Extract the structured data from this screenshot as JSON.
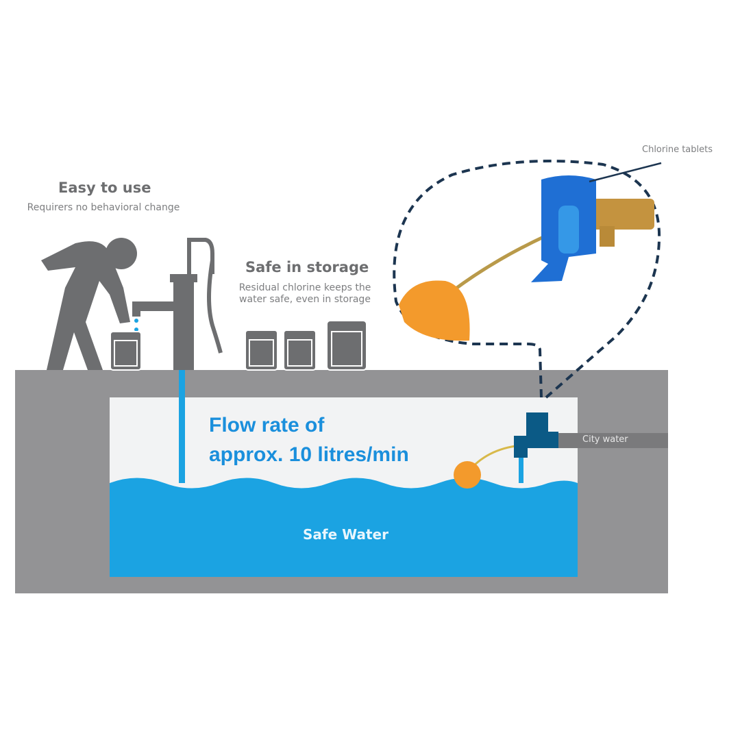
{
  "easy": {
    "title": "Easy to use",
    "subtitle": "Requirers no behavioral change"
  },
  "storage": {
    "title": "Safe in storage",
    "subtitle_line1": "Residual chlorine keeps the",
    "subtitle_line2": "water safe, even in storage"
  },
  "chlorine_label": "Chlorine tablets",
  "flow": {
    "line1": "Flow rate of",
    "line2": "approx. 10 litres/min"
  },
  "city_water": "City water",
  "safe_water": "Safe Water",
  "colors": {
    "ground": "#939395",
    "figure": "#6d6e70",
    "water": "#1ba3e2",
    "valve": "#0b5a86",
    "float": "#f39a2c",
    "dash": "#1c3550"
  }
}
